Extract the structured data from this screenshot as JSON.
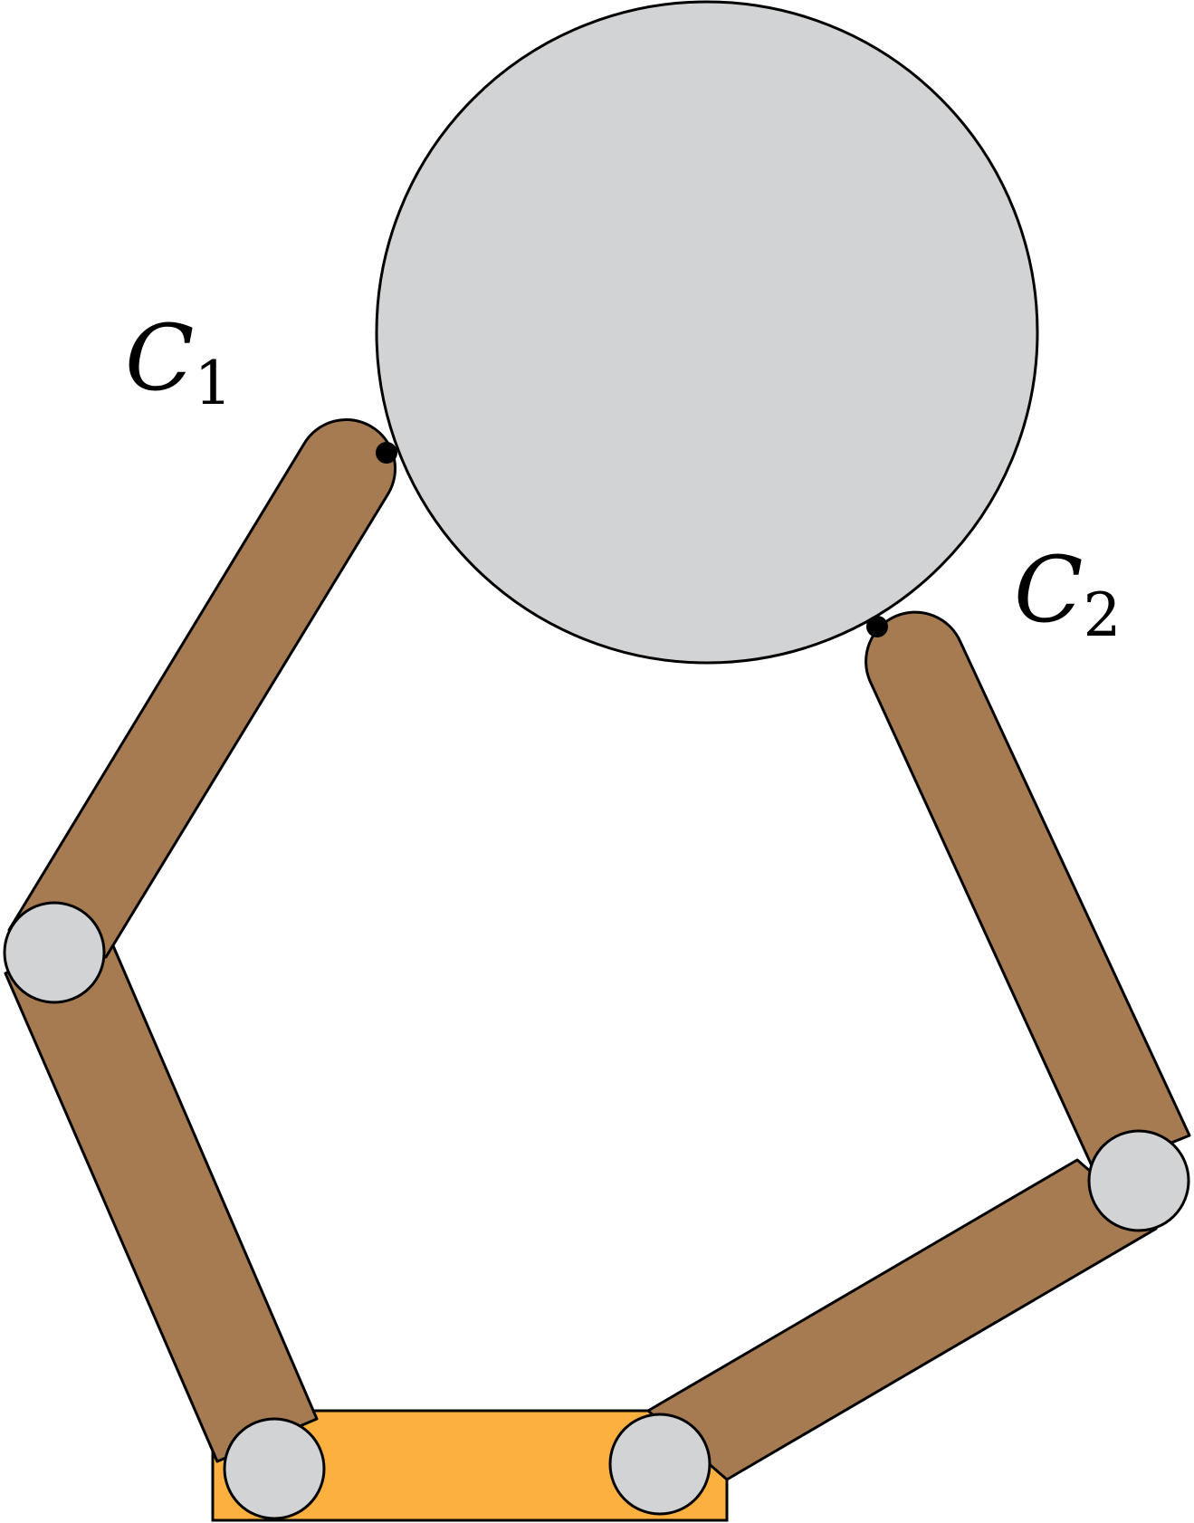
{
  "labels": {
    "contact1": {
      "letter": "C",
      "sub": "1"
    },
    "contact2": {
      "letter": "C",
      "sub": "2"
    }
  },
  "colors": {
    "object": "#d1d3d4",
    "link": "#a67b52",
    "joint": "#d1d3d4",
    "base": "#fbb040",
    "outline": "#000000",
    "contact_point": "#000000",
    "background": "#ffffff"
  }
}
